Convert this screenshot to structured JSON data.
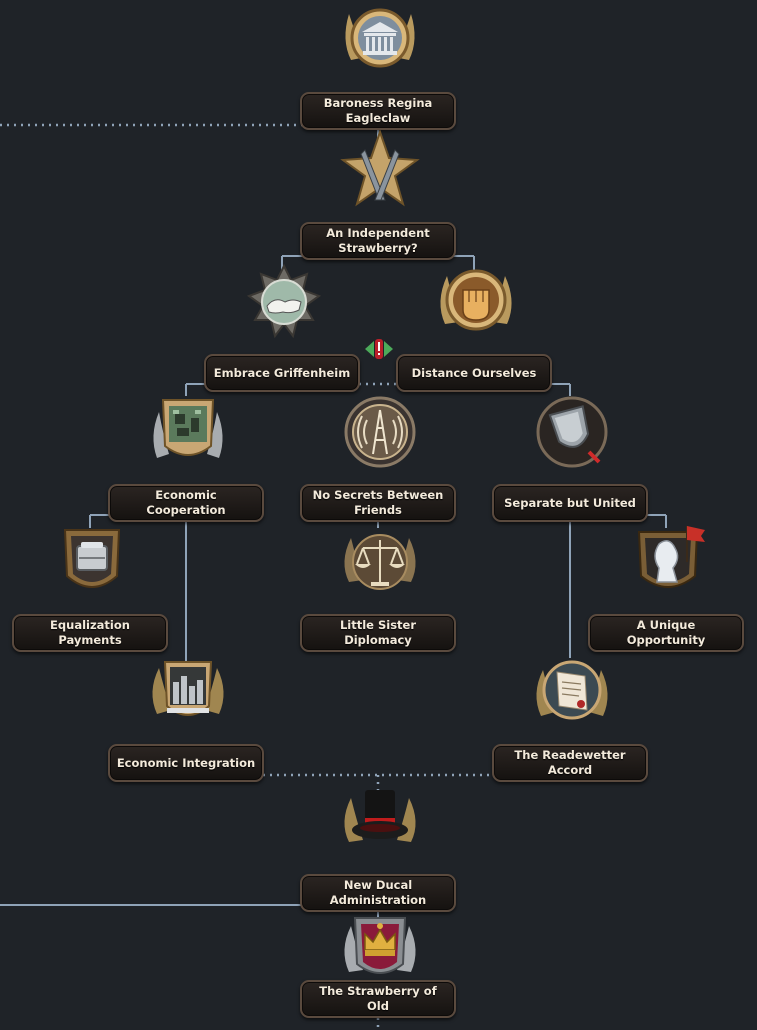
{
  "focuses": {
    "baroness": {
      "label": "Baroness Regina Eagleclaw",
      "icon": "parthenon-icon"
    },
    "independent": {
      "label": "An Independent Strawberry?",
      "icon": "crossed-spears-star-icon"
    },
    "embrace": {
      "label": "Embrace Griffenheim",
      "icon": "handshake-icon"
    },
    "distance": {
      "label": "Distance Ourselves",
      "icon": "fist-icon"
    },
    "economic_cooperation": {
      "label": "Economic Cooperation",
      "icon": "industry-map-icon"
    },
    "no_secrets": {
      "label": "No Secrets Between Friends",
      "icon": "radio-tower-icon"
    },
    "separate": {
      "label": "Separate but United",
      "icon": "shield-icon"
    },
    "equalization": {
      "label": "Equalization Payments",
      "icon": "coin-stack-icon"
    },
    "little_sister": {
      "label": "Little Sister Diplomacy",
      "icon": "scales-icon"
    },
    "unique_opportunity": {
      "label": "A Unique Opportunity",
      "icon": "griffin-statue-flag-icon"
    },
    "economic_integration": {
      "label": "Economic Integration",
      "icon": "factory-city-icon"
    },
    "readewetter": {
      "label": "The Readewetter Accord",
      "icon": "treaty-document-icon"
    },
    "new_ducal": {
      "label": "New Ducal Administration",
      "icon": "top-hat-icon"
    },
    "strawberry_old": {
      "label": "The Strawberry of Old",
      "icon": "royal-crown-icon"
    }
  },
  "mutual_exclusion_icon": "mutually-exclusive-icon",
  "colors": {
    "background": "#1f2328",
    "line": "#8fa3b8",
    "plate_text": "#f3eadb",
    "plate_border": "#5a4a3e"
  }
}
